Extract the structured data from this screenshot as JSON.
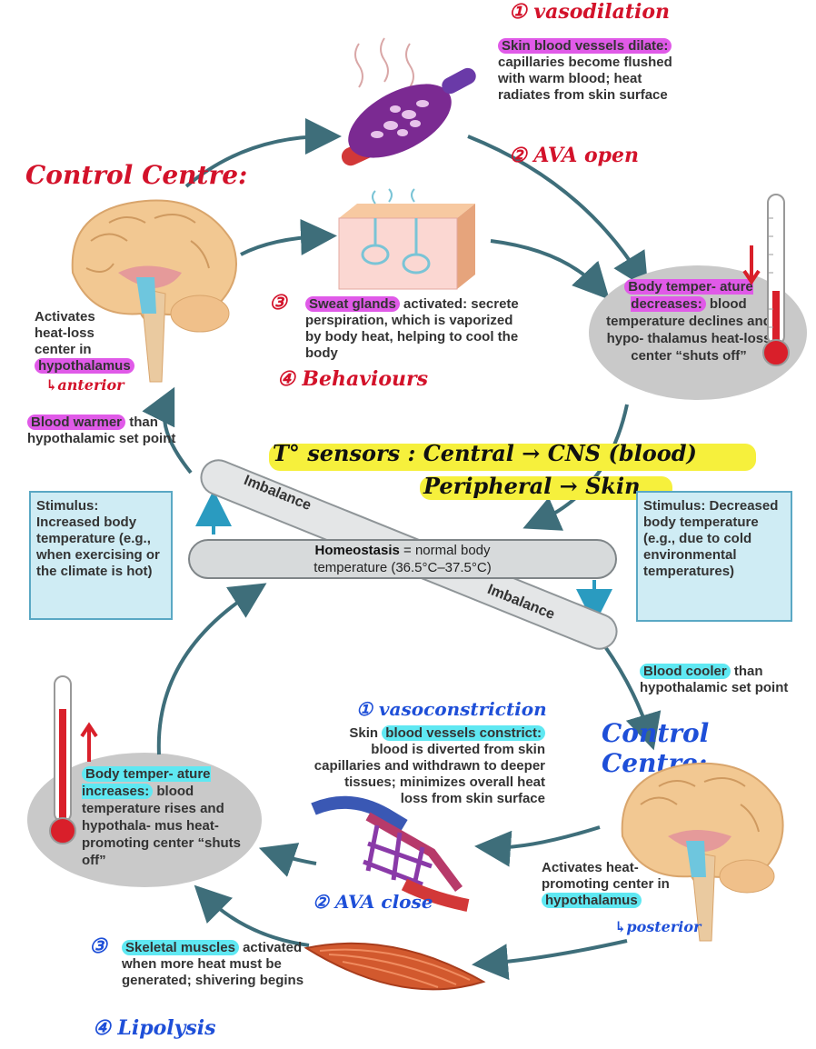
{
  "top": {
    "note_vasodilation": "① vasodilation",
    "vessels_text_hl": "Skin blood vessels dilate:",
    "vessels_text_rest": "capillaries become flushed with warm blood; heat radiates from skin surface",
    "note_ava_open": "② AVA open"
  },
  "left_top": {
    "control_centre": "Control Centre:",
    "activates_1": "Activates",
    "activates_2": "heat-loss",
    "activates_3": "center in",
    "hypothalamus": "hypothalamus",
    "note_anterior": "↳anterior",
    "blood_warmer_hl": "Blood warmer",
    "blood_warmer_rest": "than hypothalamic set point"
  },
  "sweat": {
    "num": "③",
    "hl": "Sweat glands",
    "rest": "activated: secrete perspiration, which is vaporized by body heat, helping to cool the body",
    "note_behaviours": "④ Behaviours"
  },
  "right_top": {
    "temp_dec_hl": "Body temper- ature decreases:",
    "temp_dec_rest": "blood temperature declines and hypo- thalamus heat-loss center “shuts off”"
  },
  "center": {
    "sensors_line1": "T° sensors : Central → CNS (blood)",
    "sensors_line2": "Peripheral → Skin",
    "imbalance_top": "Imbalance",
    "imbalance_bottom": "Imbalance",
    "homeostasis_bold": "Homeostasis",
    "homeostasis_rest": "= normal body",
    "homeostasis_line2": "temperature (36.5°C–37.5°C)"
  },
  "stimulus_left": {
    "text": "Stimulus: Increased body temperature (e.g., when exercising or the climate is hot)"
  },
  "stimulus_right": {
    "text": "Stimulus: Decreased body temperature (e.g., due to cold environmental temperatures)"
  },
  "right_bottom": {
    "blood_cooler_hl": "Blood cooler",
    "blood_cooler_rest": "than hypothalamic set point",
    "control_centre": "Control Centre:",
    "activates": "Activates heat- promoting center in",
    "hypothalamus": "hypothalamus",
    "note_posterior": "↳posterior"
  },
  "bottom_mid": {
    "note_vasoconstriction": "① vasoconstriction",
    "skin": "Skin",
    "hl": "blood vessels constrict:",
    "rest": "blood is diverted from skin capillaries and withdrawn to deeper tissues; minimizes overall heat loss from skin surface",
    "note_ava_close": "② AVA close"
  },
  "left_bottom": {
    "temp_inc_hl": "Body temper- ature increases:",
    "temp_inc_rest": "blood temperature rises and hypothala- mus heat-promoting center “shuts off”"
  },
  "muscles": {
    "num": "③",
    "hl": "Skeletal muscles",
    "rest": "activated when more heat must be generated; shivering begins",
    "note_lipolysis": "④ Lipolysis"
  },
  "colors": {
    "arrow": "#3e6e7a",
    "pink_highlight": "#e05ae8",
    "cyan_highlight": "#5fe8f2",
    "yellow_highlight": "#f6f03c",
    "red_note": "#d3122a",
    "blue_note": "#1e4fd8"
  }
}
